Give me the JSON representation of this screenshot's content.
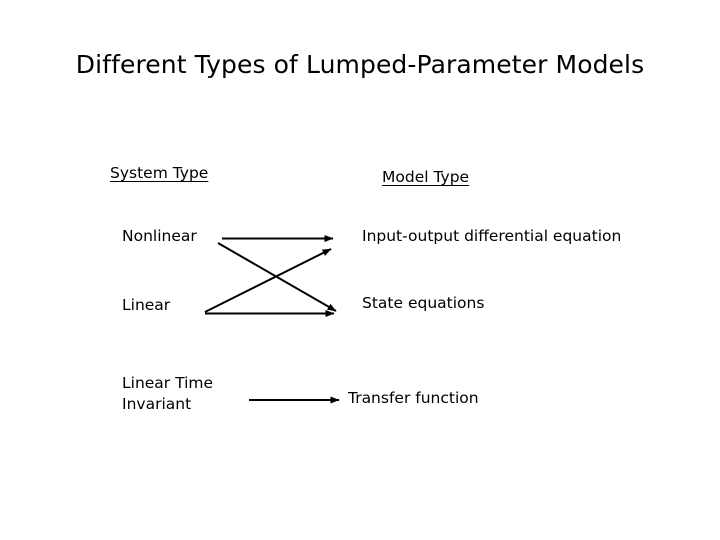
{
  "slide": {
    "title": "Different Types of Lumped-Parameter Models",
    "background_color": "#ffffff",
    "text_color": "#000000"
  },
  "columns": {
    "left_header": "System Type",
    "right_header": "Model Type"
  },
  "system_types": [
    {
      "label": "Nonlinear"
    },
    {
      "label": "Linear"
    },
    {
      "label": "Linear Time\nInvariant"
    }
  ],
  "system_type_labels": {
    "nonlinear": "Nonlinear",
    "linear": "Linear",
    "lti_line1": "Linear Time",
    "lti_line2": "Invariant"
  },
  "model_types": {
    "input_output": "Input-output differential equation",
    "state_equations": "State equations",
    "transfer_function": "Transfer function"
  },
  "mappings": [
    {
      "from": "Nonlinear",
      "to": "Input-output differential equation",
      "style": "horizontal"
    },
    {
      "from": "Nonlinear",
      "to": "State equations",
      "style": "diagonal-down"
    },
    {
      "from": "Linear",
      "to": "Input-output differential equation",
      "style": "diagonal-up"
    },
    {
      "from": "Linear",
      "to": "State equations",
      "style": "horizontal"
    },
    {
      "from": "Linear Time Invariant",
      "to": "Transfer function",
      "style": "horizontal"
    }
  ],
  "arrows": {
    "color": "#000000",
    "stroke_width": 2,
    "count": 5
  }
}
